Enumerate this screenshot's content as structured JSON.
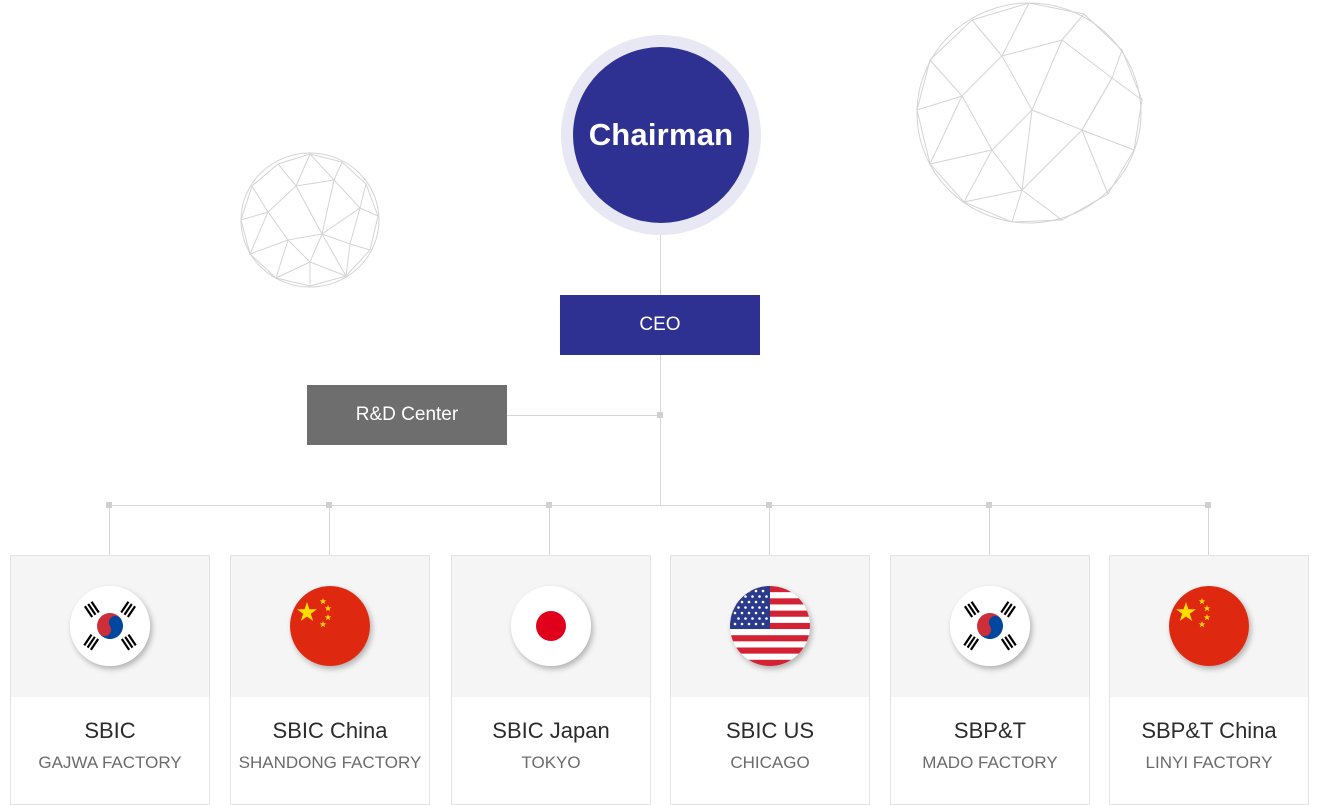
{
  "chairman": {
    "label": "Chairman"
  },
  "ceo": {
    "label": "CEO"
  },
  "rd_center": {
    "label": "R&D Center"
  },
  "colors": {
    "primary": "#2e3192",
    "secondary": "#6e6e6e",
    "ring": "#e8e7f4",
    "connector": "#d6d6d6"
  },
  "subsidiaries": [
    {
      "name": "SBIC",
      "location": "GAJWA FACTORY",
      "flag": "korea-flag-icon"
    },
    {
      "name": "SBIC China",
      "location": "SHANDONG FACTORY",
      "flag": "china-flag-icon"
    },
    {
      "name": "SBIC Japan",
      "location": "TOKYO",
      "flag": "japan-flag-icon"
    },
    {
      "name": "SBIC US",
      "location": "CHICAGO",
      "flag": "usa-flag-icon"
    },
    {
      "name": "SBP&T",
      "location": "MADO FACTORY",
      "flag": "korea-flag-icon"
    },
    {
      "name": "SBP&T China",
      "location": "LINYI FACTORY",
      "flag": "china-flag-icon"
    }
  ]
}
